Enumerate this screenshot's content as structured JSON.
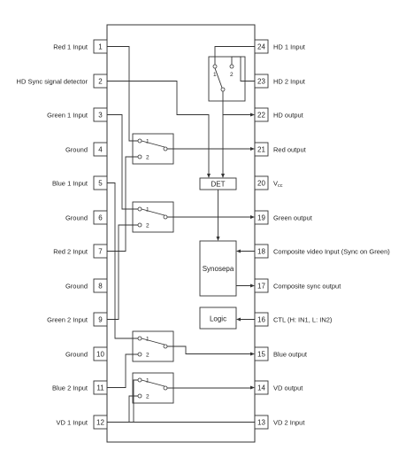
{
  "left_pins": [
    {
      "num": "1",
      "label": "Red 1 Input"
    },
    {
      "num": "2",
      "label": "HD Sync signal detector"
    },
    {
      "num": "3",
      "label": "Green 1 Input"
    },
    {
      "num": "4",
      "label": "Ground"
    },
    {
      "num": "5",
      "label": "Blue 1 Input"
    },
    {
      "num": "6",
      "label": "Ground"
    },
    {
      "num": "7",
      "label": "Red 2 Input"
    },
    {
      "num": "8",
      "label": "Ground"
    },
    {
      "num": "9",
      "label": "Green 2 Input"
    },
    {
      "num": "10",
      "label": "Ground"
    },
    {
      "num": "11",
      "label": "Blue 2 Input"
    },
    {
      "num": "12",
      "label": "VD 1 Input"
    }
  ],
  "right_pins": [
    {
      "num": "24",
      "label": "HD 1 Input"
    },
    {
      "num": "23",
      "label": "HD 2 Input"
    },
    {
      "num": "22",
      "label": "HD output"
    },
    {
      "num": "21",
      "label": "Red output"
    },
    {
      "num": "20",
      "label": "V",
      "sub": "cc"
    },
    {
      "num": "19",
      "label": "Green output"
    },
    {
      "num": "18",
      "label": "Composite video Input (Sync on Green)"
    },
    {
      "num": "17",
      "label": "Composite sync output"
    },
    {
      "num": "16",
      "label": "CTL (H: IN1, L: IN2)"
    },
    {
      "num": "15",
      "label": "Blue output"
    },
    {
      "num": "14",
      "label": "VD output"
    },
    {
      "num": "13",
      "label": "VD 2 Input"
    }
  ],
  "blocks": {
    "det": "DET",
    "synosepa": "Synosepa",
    "logic": "Logic"
  },
  "switch_inputs": {
    "one": "1",
    "two": "2"
  }
}
